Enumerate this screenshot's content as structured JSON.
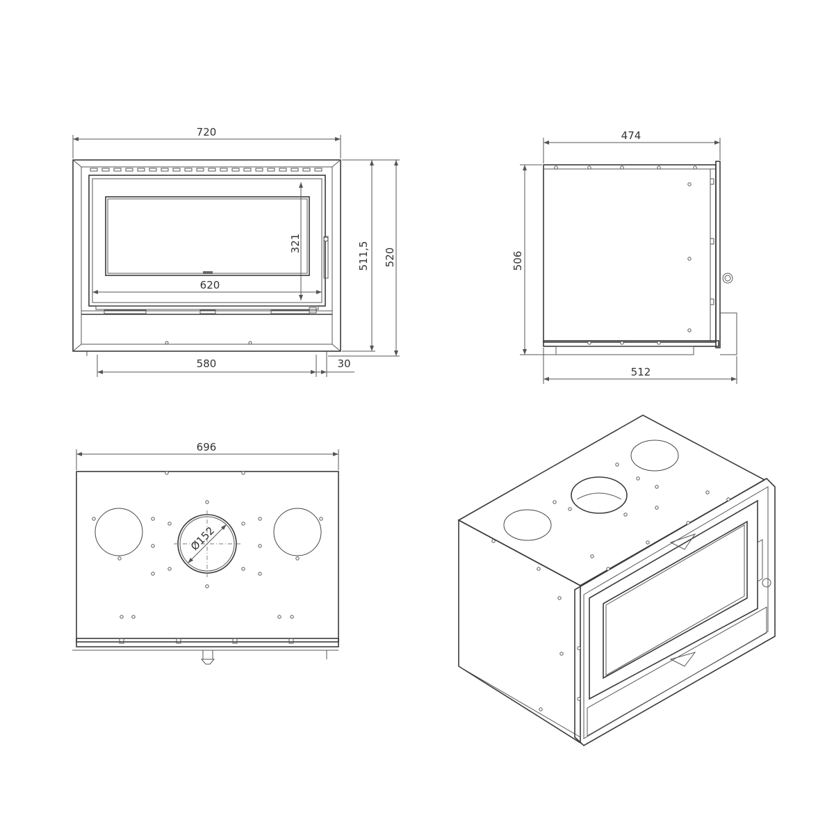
{
  "front_view": {
    "width_label": "720",
    "glass_height_label": "321",
    "glass_width_label": "620",
    "inner_height_label": "511,5",
    "outer_height_label": "520",
    "base_width_label": "580",
    "base_offset_label": "30"
  },
  "side_view": {
    "top_depth_label": "474",
    "height_label": "506",
    "bottom_depth_label": "512"
  },
  "top_view": {
    "width_label": "696",
    "flue_diameter_label": "Ø152"
  },
  "colors": {
    "line": "#3a3a3a",
    "text": "#333333",
    "background": "#ffffff"
  }
}
